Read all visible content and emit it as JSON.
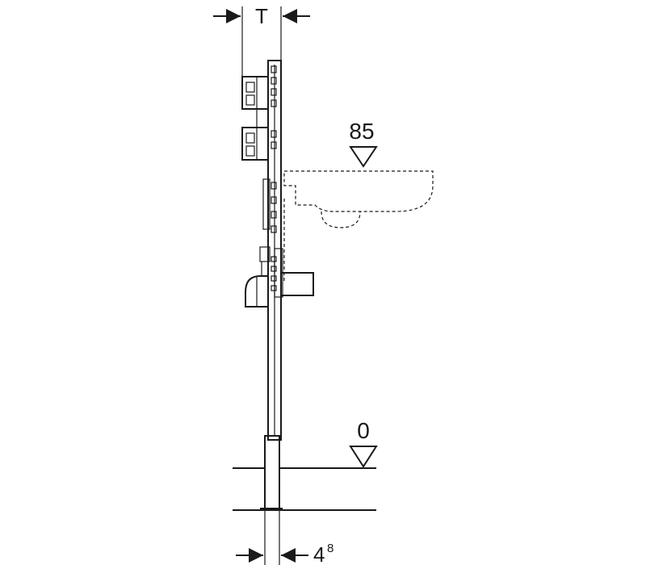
{
  "dimensions": {
    "top_width_label": "T",
    "bottom_width_label": "4",
    "bottom_width_superscript": "8"
  },
  "levels": [
    {
      "label": "85"
    },
    {
      "label": "0"
    }
  ]
}
